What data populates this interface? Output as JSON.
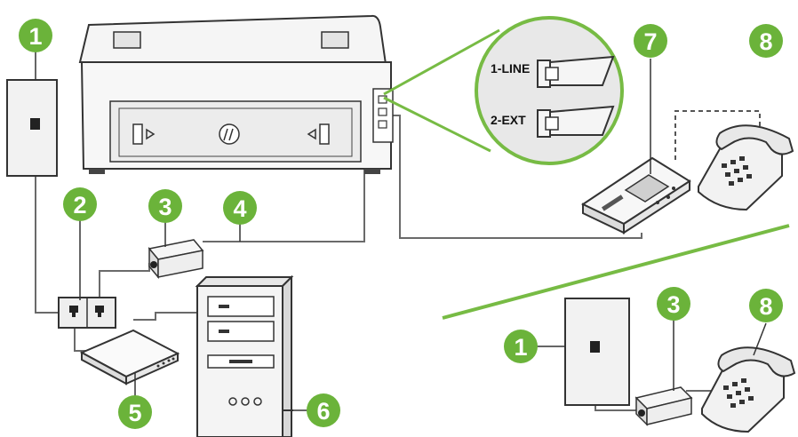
{
  "diagram": {
    "callouts": {
      "c1_main": "1",
      "c2": "2",
      "c3_main": "3",
      "c4": "4",
      "c5": "5",
      "c6": "6",
      "c7": "7",
      "c8_main": "8",
      "c1_alt": "1",
      "c3_alt": "3",
      "c8_alt": "8"
    },
    "ports": {
      "line": "1-LINE",
      "ext": "2-EXT"
    },
    "colors": {
      "callout_green": "#6bb33a",
      "outline": "#333333",
      "device_fill": "#f1f1f1",
      "cable": "#666666",
      "divider_green": "#77bb44"
    }
  }
}
